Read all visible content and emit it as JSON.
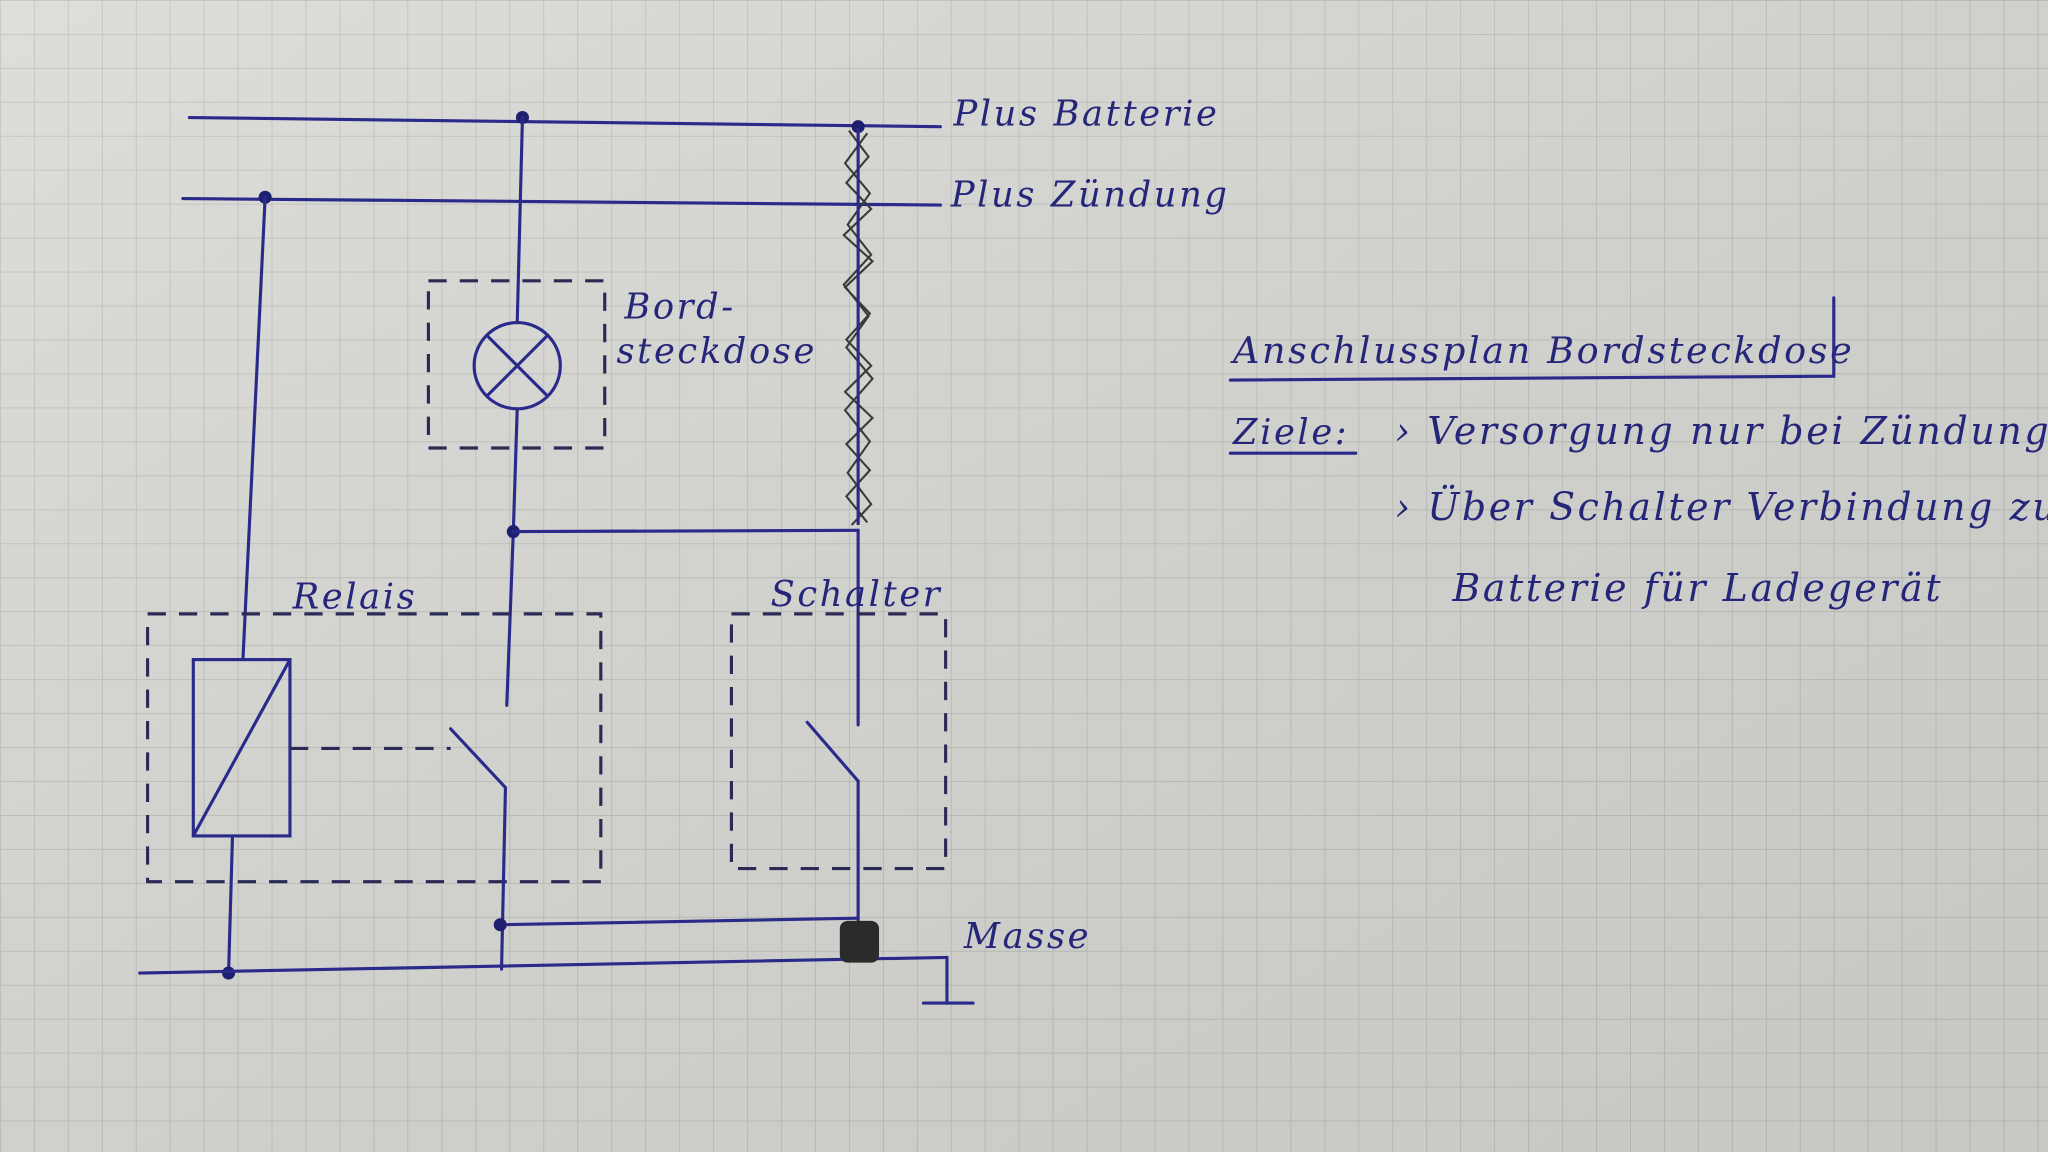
{
  "labels": {
    "plus_batterie": "Plus Batterie",
    "plus_zuendung": "Plus Zündung",
    "bord_line1": "Bord-",
    "bord_line2": "steckdose",
    "relais": "Relais",
    "schalter": "Schalter",
    "masse": "Masse"
  },
  "notes": {
    "title": "Anschlussplan Bordsteckdose",
    "ziele_label": "Ziele:",
    "items": [
      "› Versorgung nur bei Zündung „",
      "› Über Schalter Verbindung zu"
    ],
    "item2_cont": "Batterie für Ladegerät"
  },
  "colors": {
    "ink": "#2a2a8a",
    "paper": "#d9d9d5",
    "grid": "#b9b9b6"
  }
}
